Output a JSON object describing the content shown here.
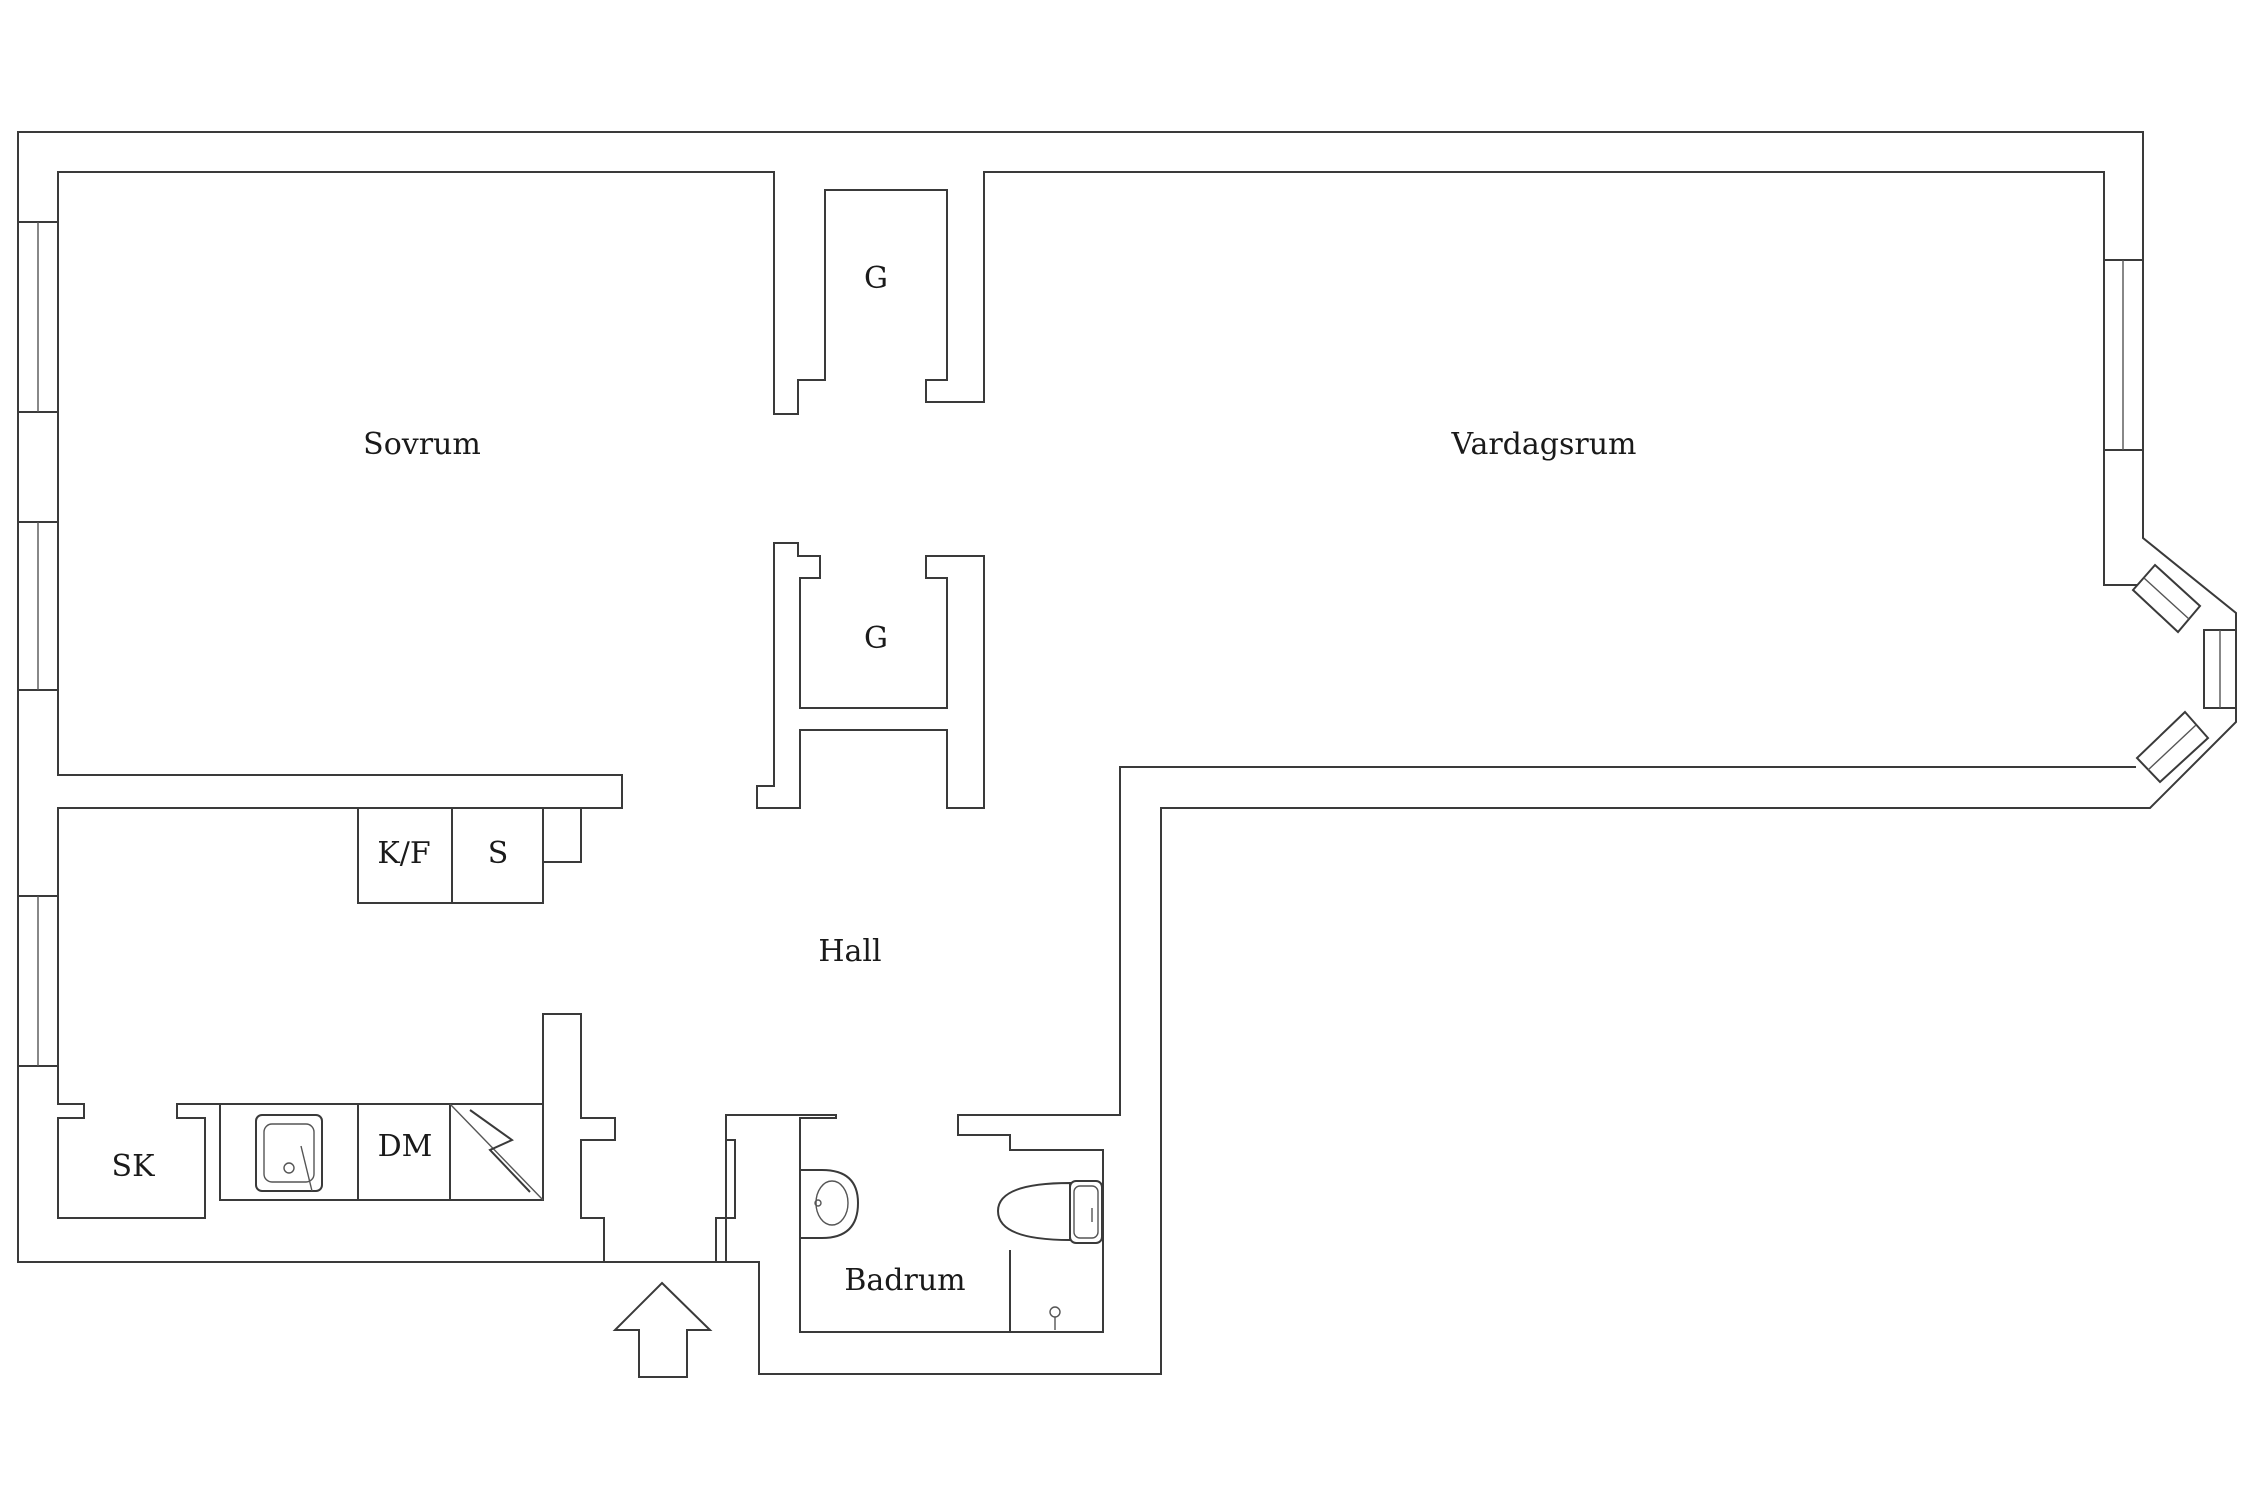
{
  "plan": {
    "rooms": {
      "sovrum": "Sovrum",
      "vardagsrum": "Vardagsrum",
      "hall": "Hall",
      "badrum": "Badrum"
    },
    "closets": {
      "g_upper": "G",
      "g_lower": "G"
    },
    "cabinets": {
      "kf": "K/F",
      "s": "S",
      "sk": "SK",
      "dm": "DM"
    }
  },
  "colors": {
    "wall_line": "#3a3a3a",
    "label": "#1a1a1a",
    "background": "#ffffff"
  },
  "icons": [
    "entrance-arrow-icon",
    "sink-icon",
    "stove-icon",
    "washbasin-icon",
    "toilet-icon"
  ]
}
